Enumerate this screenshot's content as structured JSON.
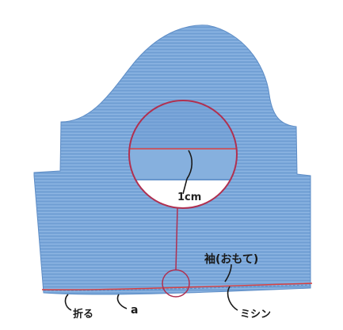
{
  "labels": {
    "measurement": "1cm",
    "sleeve_front": "袖(おもて)",
    "fold": "折る",
    "point_a": "a",
    "sewing": "ミシン"
  },
  "colors": {
    "fabric": "#79A6D9",
    "fabric_dark": "#5E8DC6",
    "seam_line": "#D94040",
    "leader_line": "#B03050",
    "text": "#1a1a1a",
    "background": "#FFFFFF"
  }
}
